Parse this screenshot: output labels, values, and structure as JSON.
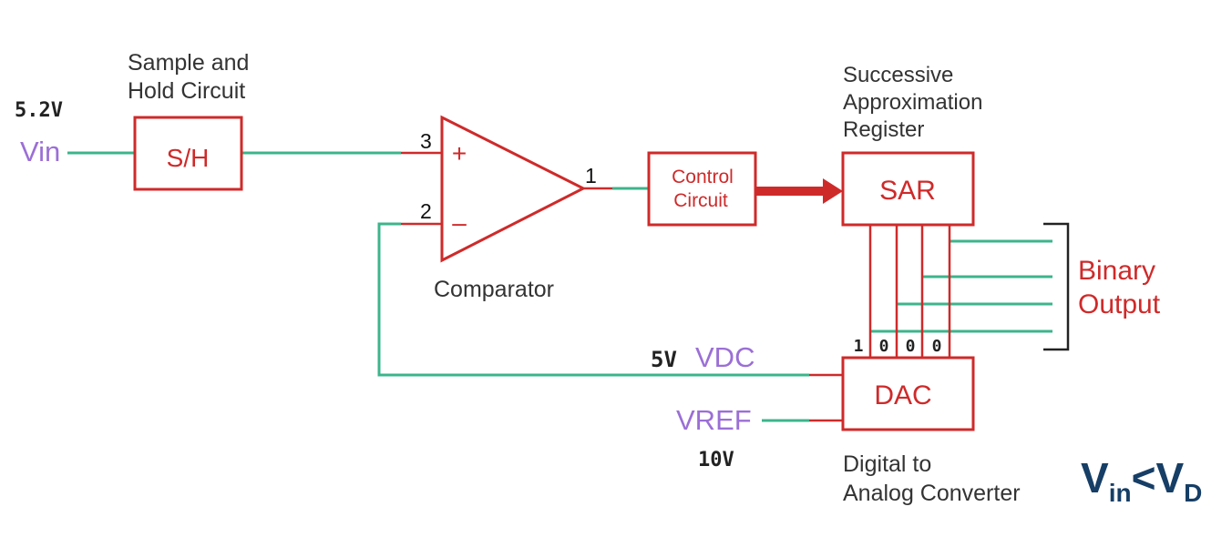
{
  "colors": {
    "wire": "#3cb48c",
    "component": "#cf2a2a",
    "signal_label": "#9b6fd6",
    "caption": "#333333",
    "voltage": "#222222",
    "condition": "#163e66"
  },
  "labels": {
    "sample_hold_title": [
      "Sample and",
      "Hold Circuit"
    ],
    "sar_title": [
      "Successive",
      "Approximation",
      "Register"
    ],
    "dac_title": [
      "Digital to",
      "Analog Converter"
    ],
    "comparator_title": "Comparator",
    "binary_output": [
      "Binary",
      "Output"
    ]
  },
  "blocks": {
    "sh": "S/H",
    "control": [
      "Control",
      "Circuit"
    ],
    "sar": "SAR",
    "dac": "DAC"
  },
  "signals": {
    "vin": "Vin",
    "vin_voltage": "5.2V",
    "vdc": "VDC",
    "vdc_voltage": "5V",
    "vref": "VREF",
    "vref_voltage": "10V"
  },
  "comparator": {
    "pin_plus": "3",
    "pin_minus": "2",
    "pin_out": "1",
    "plus_sign": "+",
    "minus_sign": "–"
  },
  "bits": [
    "1",
    "0",
    "0",
    "0"
  ],
  "condition": {
    "v1": "V",
    "sub1": "in",
    "op": "<",
    "v2": "V",
    "sub2": "D"
  }
}
